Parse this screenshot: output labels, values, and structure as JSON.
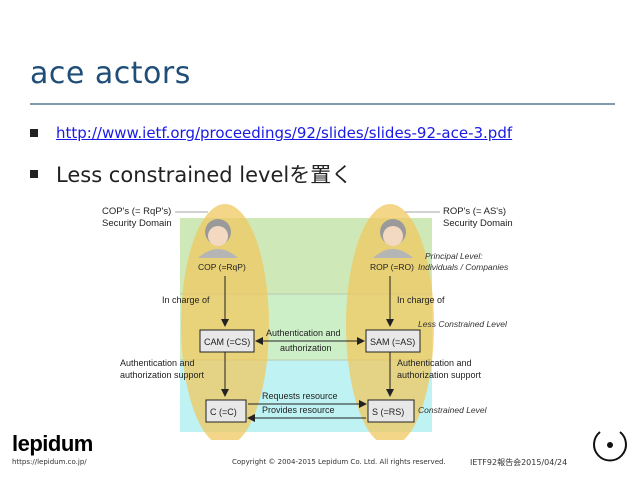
{
  "slide": {
    "title": "ace actors",
    "bullets": [
      {
        "text": "http://www.ietf.org/proceedings/92/slides/slides-92-ace-3.pdf",
        "is_link": true
      },
      {
        "text": "Less constrained levelを置く",
        "is_link": false
      }
    ]
  },
  "diagram": {
    "cop_domain_line1": "COP's (= RqP's)",
    "cop_domain_line2": "Security Domain",
    "rop_domain_line1": "ROP's (= AS's)",
    "rop_domain_line2": "Security Domain",
    "cop_label": "COP (=RqP)",
    "rop_label": "ROP (=RO)",
    "principal_level_line1": "Principal Level:",
    "principal_level_line2": "Individuals / Companies",
    "in_charge_left": "In charge of",
    "in_charge_right": "In charge of",
    "less_constrained_level": "Less Constrained Level",
    "cam_label": "CAM (=CS)",
    "sam_label": "SAM (=AS)",
    "auth_line1": "Authentication and",
    "auth_line2": "authorization",
    "auth_support_left_1": "Authentication and",
    "auth_support_left_2": "authorization support",
    "auth_support_right_1": "Authentication and",
    "auth_support_right_2": "authorization support",
    "c_label": "C (=C)",
    "s_label": "S (=RS)",
    "requests_resource": "Requests resource",
    "provides_resource": "Provides resource",
    "constrained_level": "Constrained Level",
    "colors": {
      "principal_band": "#cfe8b8",
      "less_constrained_band": "#cdefc8",
      "constrained_band": "#bff2f2",
      "ellipse": "#f0c860"
    }
  },
  "footer": {
    "logo": "lepidum",
    "url": "https://lepidum.co.jp/",
    "copyright": "Copyright © 2004-2015 Lepidum Co. Ltd. All rights reserved.",
    "date": "IETF92報告会2015/04/24"
  }
}
